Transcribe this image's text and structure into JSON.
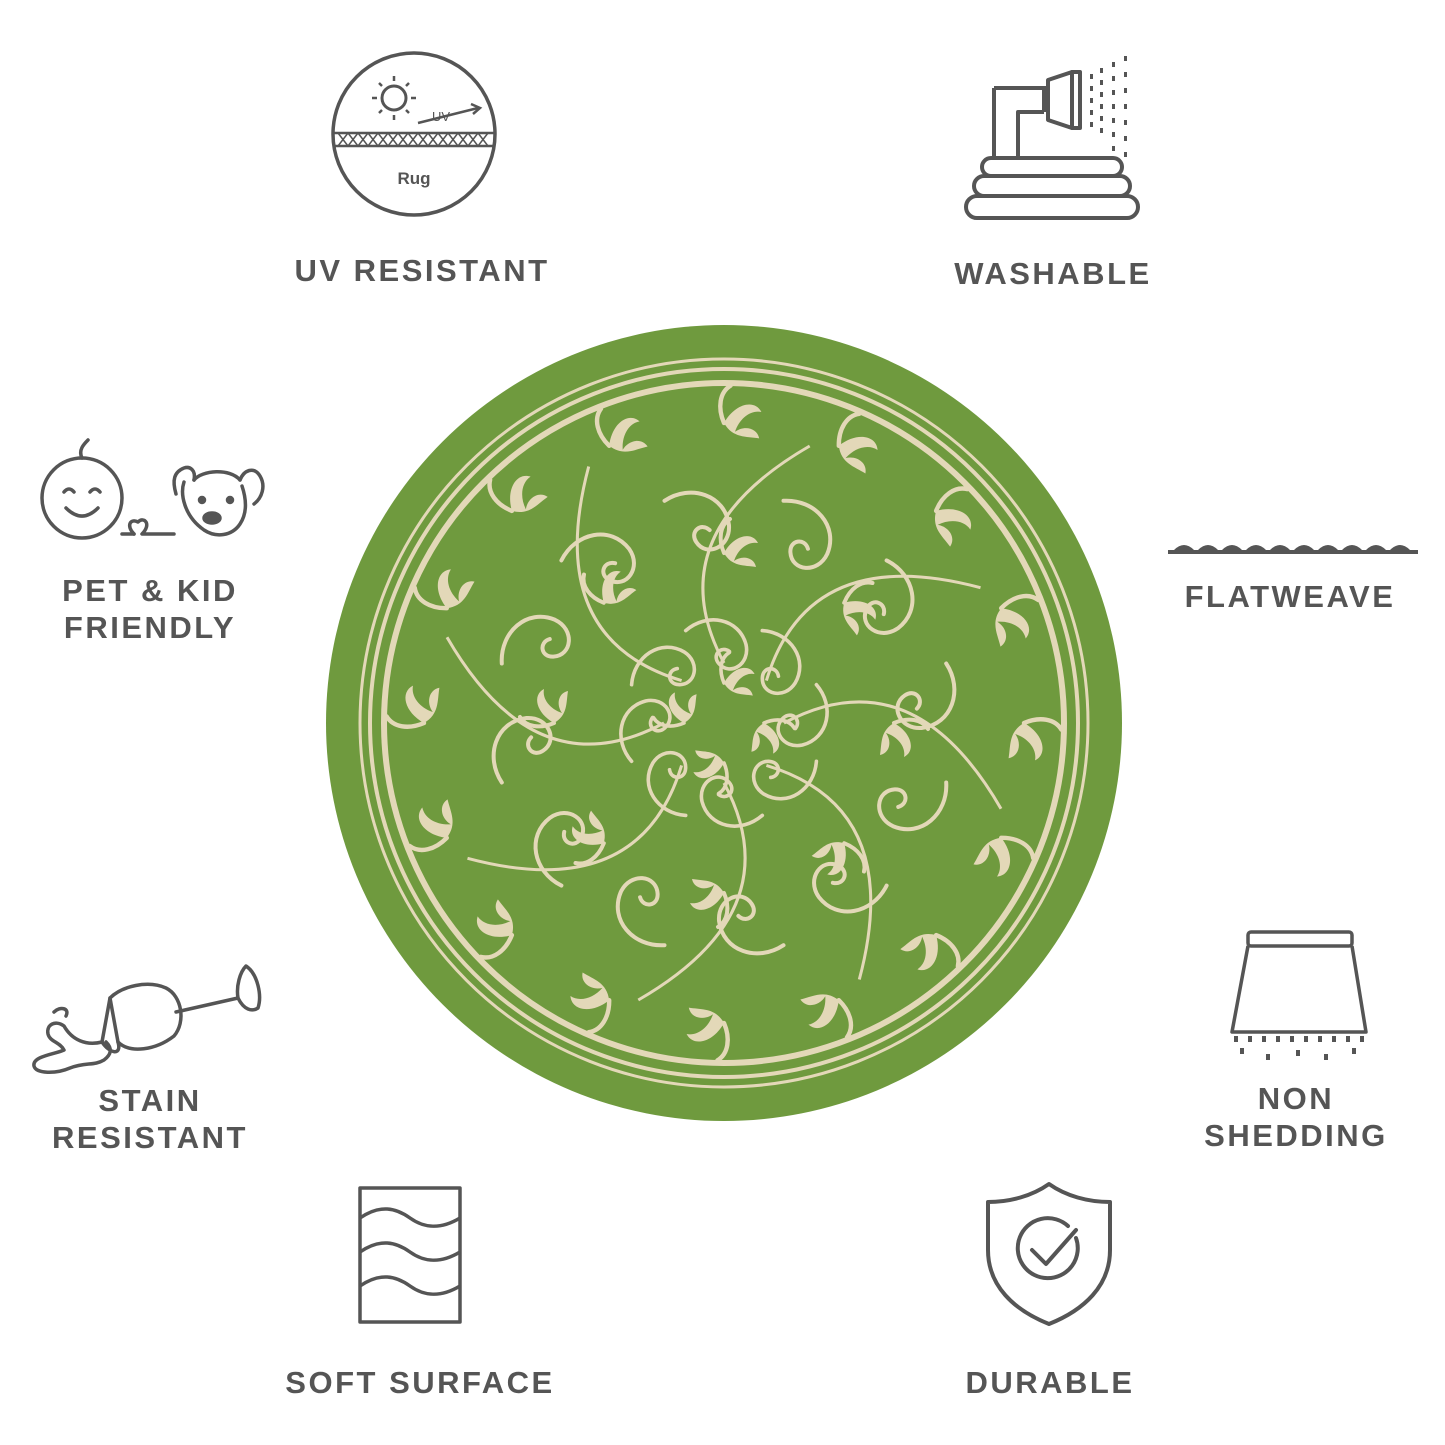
{
  "colors": {
    "icon_stroke": "#555555",
    "label_text": "#555555",
    "rug_green": "#6f9a3e",
    "rug_dark_green": "#5f8a34",
    "rug_cream": "#e3d8b8",
    "background": "#ffffff"
  },
  "features": {
    "uv_resistant": {
      "icon": "sun-uv-rug-circle-icon",
      "icon_text": "Rug",
      "icon_uv": "UV",
      "label": "UV RESISTANT"
    },
    "washable": {
      "icon": "hose-spray-icon",
      "label": "WASHABLE"
    },
    "pet_kid": {
      "icon": "baby-heart-dog-icon",
      "line1": "PET & KID",
      "line2": "FRIENDLY"
    },
    "flatweave": {
      "icon": "flatweave-loops-icon",
      "label": "FLATWEAVE"
    },
    "stain": {
      "icon": "spilled-wine-glass-icon",
      "line1": "STAIN",
      "line2": "RESISTANT"
    },
    "non_shedding": {
      "icon": "rug-fringe-icon",
      "line1": "NON",
      "line2": "SHEDDING"
    },
    "soft_surface": {
      "icon": "wavy-layers-icon",
      "label": "SOFT SURFACE"
    },
    "durable": {
      "icon": "shield-check-icon",
      "label": "DURABLE"
    }
  },
  "product": {
    "image": "round-green-floral-rug"
  }
}
